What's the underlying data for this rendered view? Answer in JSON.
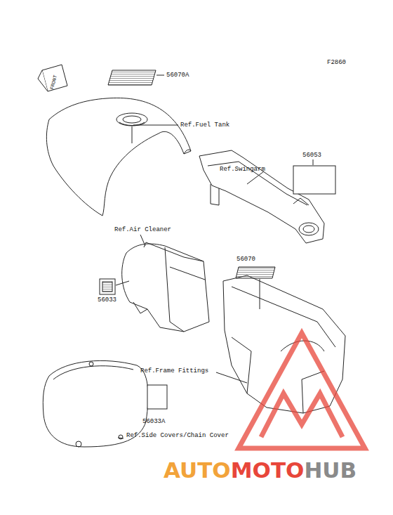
{
  "diagram": {
    "labels": [
      "F2860",
      "FRONT",
      "56070A",
      "Ref.Fuel Tank",
      "56053",
      "Ref.Swingarm",
      "Ref.Air Cleaner",
      "56070",
      "56033",
      "Ref.Frame Fittings",
      "56033A",
      "Ref.Side Covers/Chain Cover",
      "AUTO",
      "MOTO",
      "HUB"
    ]
  }
}
